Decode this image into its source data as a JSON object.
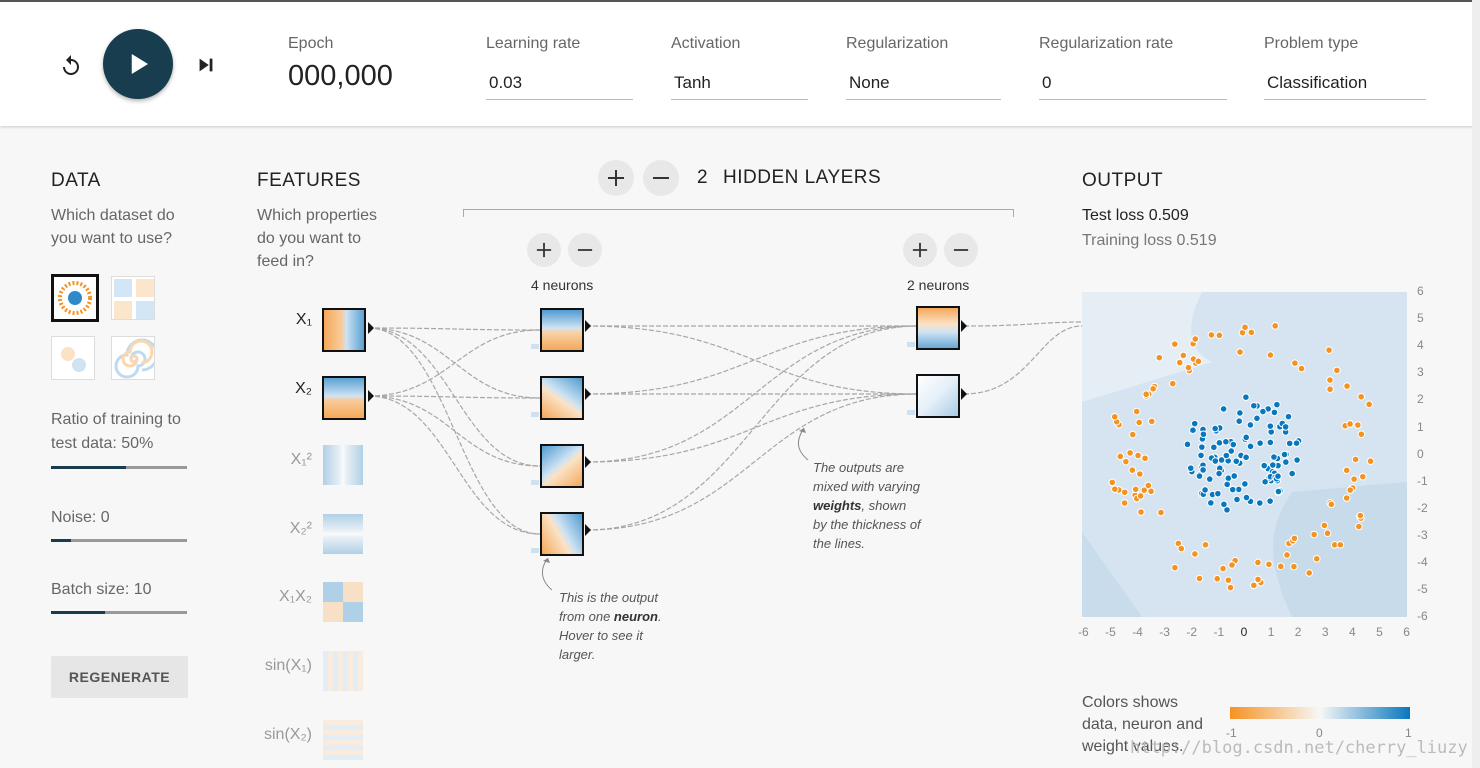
{
  "header": {
    "epoch_label": "Epoch",
    "epoch_value": "000,000",
    "learning_rate": {
      "label": "Learning rate",
      "value": "0.03"
    },
    "activation": {
      "label": "Activation",
      "value": "Tanh"
    },
    "regularization": {
      "label": "Regularization",
      "value": "None"
    },
    "regularization_rate": {
      "label": "Regularization rate",
      "value": "0"
    },
    "problem_type": {
      "label": "Problem type",
      "value": "Classification"
    }
  },
  "data_panel": {
    "title": "DATA",
    "question_line1": "Which dataset do",
    "question_line2": "you want to use?",
    "datasets": [
      "circle",
      "xor",
      "gaussian",
      "spiral"
    ],
    "selected_dataset": "circle",
    "ratio_line1": "Ratio of training to",
    "ratio_line2": "test data:  50%",
    "ratio_value": 50,
    "noise_label": "Noise:  0",
    "noise_value": 0,
    "batch_label": "Batch size:  10",
    "batch_value": 10,
    "regenerate_label": "REGENERATE"
  },
  "features_panel": {
    "title": "FEATURES",
    "question_line1": "Which properties",
    "question_line2": "do you want to",
    "question_line3": "feed in?",
    "features": [
      {
        "label": "X₁",
        "active": true
      },
      {
        "label": "X₂",
        "active": true
      },
      {
        "label": "X₁²",
        "active": false
      },
      {
        "label": "X₂²",
        "active": false
      },
      {
        "label": "X₁X₂",
        "active": false
      },
      {
        "label": "sin(X₁)",
        "active": false
      },
      {
        "label": "sin(X₂)",
        "active": false
      }
    ]
  },
  "network": {
    "hidden_layers_count": "2",
    "hidden_layers_label": "HIDDEN LAYERS",
    "layers": [
      {
        "neurons_label": "4 neurons"
      },
      {
        "neurons_label": "2 neurons"
      }
    ],
    "note_neuron": [
      "This is the output",
      "from one ",
      "neuron",
      ".",
      "Hover to see it",
      "larger."
    ],
    "note_weights": [
      "The outputs are",
      "mixed with varying",
      "weights",
      ", shown",
      "by the thickness of",
      "the lines."
    ]
  },
  "output": {
    "title": "OUTPUT",
    "test_loss": "Test loss 0.509",
    "training_loss": "Training loss 0.519",
    "x_ticks": [
      "-6",
      "-5",
      "-4",
      "-3",
      "-2",
      "-1",
      "0",
      "1",
      "2",
      "3",
      "4",
      "5",
      "6"
    ],
    "y_ticks": [
      "6",
      "5",
      "4",
      "3",
      "2",
      "1",
      "0",
      "-1",
      "-2",
      "-3",
      "-4",
      "-5",
      "-6"
    ],
    "legend_line1": "Colors shows",
    "legend_line2": "data, neuron and",
    "legend_line3": "weight values.",
    "legend_ticks": [
      "-1",
      "0",
      "1"
    ]
  },
  "colors": {
    "orange": "#f59322",
    "blue": "#0877bd",
    "dark": "#183d4e"
  },
  "watermark": "http://blog.csdn.net/cherry_liuzy"
}
